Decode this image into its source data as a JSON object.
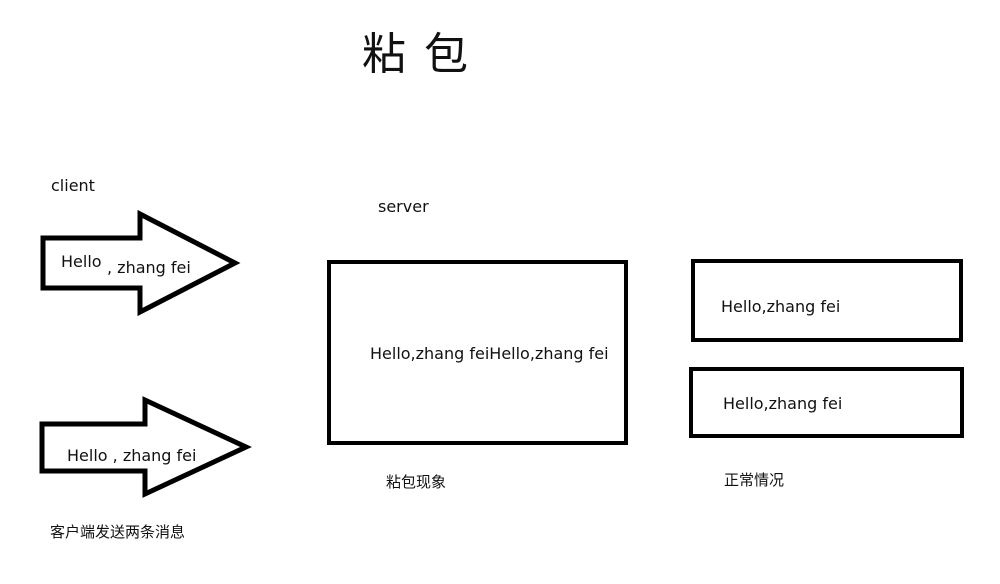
{
  "title": "粘包",
  "client_label": "client",
  "server_label": "server",
  "arrows": [
    {
      "text_a": "Hello",
      "text_b": ", zhang fei"
    },
    {
      "text": "Hello , zhang fei"
    }
  ],
  "client_caption": "客户端发送两条消息",
  "sticky_box_text": "Hello,zhang feiHello,zhang fei",
  "sticky_caption": "粘包现象",
  "normal_boxes": [
    "Hello,zhang fei",
    "Hello,zhang fei"
  ],
  "normal_caption": "正常情况"
}
